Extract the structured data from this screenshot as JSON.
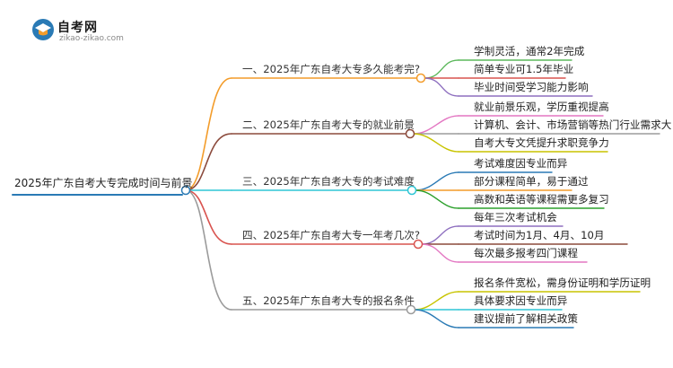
{
  "logo": {
    "title": "自考网",
    "subtitle": "zikao-zikao.com"
  },
  "mindmap": {
    "root": "2025年广东自考大专完成时间与前景",
    "branches": [
      {
        "label": "一、2025年广东自考大专多久能考完?",
        "color": "#f39c2a",
        "leaves": [
          "学制灵活，通常2年完成",
          "简单专业可1.5年毕业",
          "毕业时间受学习能力影响"
        ],
        "leaf_colors": [
          "#5cb85c",
          "#d9534f",
          "#8e6fbf"
        ]
      },
      {
        "label": "二、2025年广东自考大专的就业前景",
        "color": "#8b4a3c",
        "leaves": [
          "就业前景乐观，学历重视提高",
          "计算机、会计、市场营销等热门行业需求大",
          "自考大专文凭提升求职竞争力"
        ],
        "leaf_colors": [
          "#e377c2",
          "#9b9b9b",
          "#c8c400"
        ]
      },
      {
        "label": "三、2025年广东自考大专的考试难度",
        "color": "#2ec6d6",
        "leaves": [
          "考试难度因专业而异",
          "部分课程简单，易于通过",
          "高数和英语等课程需更多复习"
        ],
        "leaf_colors": [
          "#2a7ab5",
          "#f39c2a",
          "#2ca02c"
        ]
      },
      {
        "label": "四、2025年广东自考大专一年考几次?",
        "color": "#d9534f",
        "leaves": [
          "每年三次考试机会",
          "考试时间为1月、4月、10月",
          "每次最多报考四门课程"
        ],
        "leaf_colors": [
          "#8e6fbf",
          "#8b4a3c",
          "#e377c2"
        ]
      },
      {
        "label": "五、2025年广东自考大专的报名条件",
        "color": "#9b9b9b",
        "leaves": [
          "报名条件宽松，需身份证明和学历证明",
          "具体要求因专业而异",
          "建议提前了解相关政策"
        ],
        "leaf_colors": [
          "#c8c400",
          "#2ec6d6",
          "#2a7ab5"
        ]
      }
    ],
    "root_color": "#2a7ab5"
  }
}
